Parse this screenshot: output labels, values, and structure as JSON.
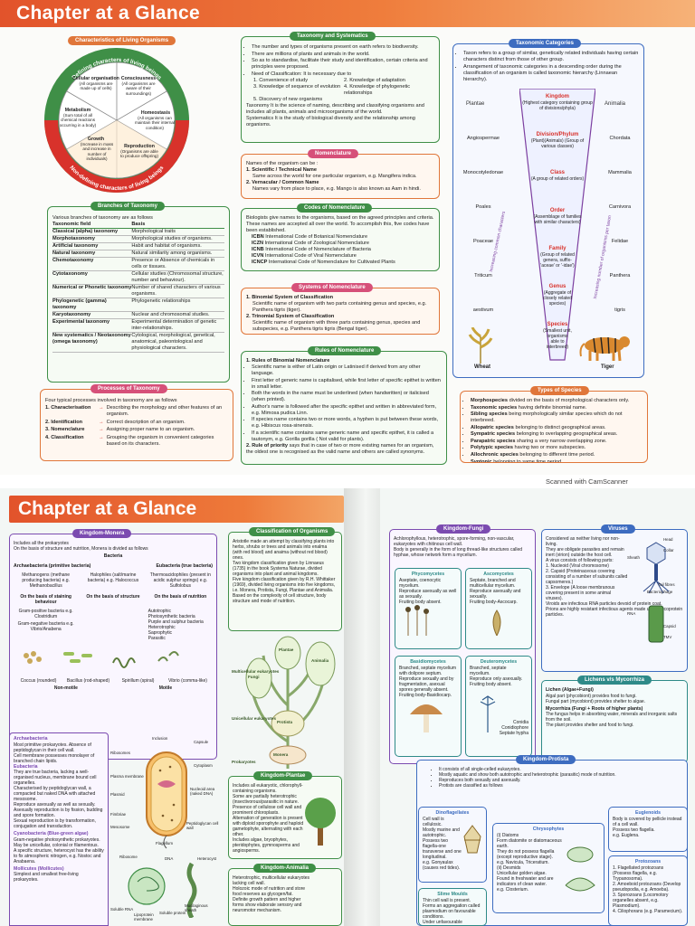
{
  "page1": {
    "title": "Chapter at a Glance",
    "characteristics": {
      "caption": "Characteristics of Living Organisms",
      "ring_top": "Defining characters of living beings",
      "ring_bottom": "Non-defining characters of living beings",
      "segments": [
        {
          "title": "Cellular organisation",
          "text": "(All organisms are made up of cells)"
        },
        {
          "title": "Consciousness",
          "text": "(All organisms are aware of their surroundings)"
        },
        {
          "title": "Homeostasis",
          "text": "(All organisms can maintain their internal condition)"
        },
        {
          "title": "Reproduction",
          "text": "(Organisms are able to produce offspring)"
        },
        {
          "title": "Growth",
          "text": "(Increase in mass and increase in number of individuals)"
        },
        {
          "title": "Metabolism",
          "text": "(Sum total of all chemical reactions occurring in a body)"
        }
      ]
    },
    "branches": {
      "caption": "Branches of Taxonomy",
      "intro": "Various branches of taxonomy are as follows",
      "header": [
        "Taxonomic field",
        "Basis"
      ],
      "rows": [
        [
          "Classical (alpha) taxonomy",
          "Morphological traits"
        ],
        [
          "Morphotaxonomy",
          "Morphological studies of organisms."
        ],
        [
          "Artificial taxonomy",
          "Habit and habitat of organisms."
        ],
        [
          "Natural taxonomy",
          "Natural similarity among organisms."
        ],
        [
          "Chemotaxonomy",
          "Presence or Absence of chemicals in cells or tissues."
        ],
        [
          "Cytotaxonomy",
          "Cellular studies (Chromosomal structure, number and behaviour)."
        ],
        [
          "Numerical or Phonetic taxonomy",
          "Number of shared characters of various organisms."
        ],
        [
          "Phylogenetic (gamma) taxonomy",
          "Phylogenetic relationships"
        ],
        [
          "Karyotaxonomy",
          "Nuclear and chromosomal studies."
        ],
        [
          "Experimental taxonomy",
          "Experimental determination of genetic inter-relationships."
        ],
        [
          "New systematics / Neotaxonomy (omega taxonomy)",
          "Cytological, morphological, genetical, anatomical, paleontological and physiological characters."
        ]
      ]
    },
    "processes": {
      "caption": "Processes of Taxonomy",
      "intro": "Four typical processes involved in taxonomy are as follows",
      "items": [
        {
          "name": "1. Characterisation",
          "text": "Describing the morphology and other features of an organism."
        },
        {
          "name": "2. Identification",
          "text": "Correct description of an organism."
        },
        {
          "name": "3. Nomenclature",
          "text": "Assigning proper name to an organism."
        },
        {
          "name": "4. Classification",
          "text": "Grouping the organism in convenient categories based on its characters."
        }
      ]
    },
    "taxonomy_systematics": {
      "caption": "Taxonomy and Systematics",
      "points": [
        "The number and types of organisms present on earth refers to biodiversity.",
        "There are millions of plants and animals in the world.",
        "So as to standardise, facilitate their study and identification, certain criteria and principles were proposed.",
        "Need of Classification: It is necessary due to"
      ],
      "needs": [
        "1. Convenience of study",
        "2. Knowledge of adaptation",
        "3. Knowledge of sequence of evolution",
        "4. Knowledge of phylogenetic relationships",
        "5. Discovery of new organisms"
      ],
      "taxonomy": "Taxonomy It is the science of naming, describing and classifying organisms and includes all plants, animals and microorganisms of the world.",
      "systematics": "Systematics It is the study of biological diversity and the relationship among organisms."
    },
    "nomenclature": {
      "caption": "Nomenclature",
      "intro": "Names of the organism can be :",
      "p1": "1. Scientific / Technical Name",
      "p1t": "Same across the world for one particular organism, e.g. Mangifera indica.",
      "p2": "2. Vernacular / Common Name",
      "p2t": "Names vary from place to place, e.g. Mango is also known as Aam in hindi."
    },
    "codes": {
      "caption": "Codes of Nomenclature",
      "intro": "Biologists give names to the organisms, based on the agreed principles and criteria. These names are accepted all over the world. To accomplish this, five codes have been established.",
      "items": [
        [
          "ICBN",
          "International Code of Botanical Nomenclature"
        ],
        [
          "ICZN",
          "International Code of Zoological Nomenclature"
        ],
        [
          "ICNB",
          "International Code of Nomenclature of Bacteria"
        ],
        [
          "ICVN",
          "International Code of Viral Nomenclature"
        ],
        [
          "ICNCP",
          "International Code of Nomenclature for Cultivated Plants"
        ]
      ]
    },
    "systems": {
      "caption": "Systems of Nomenclature",
      "b1": "1. Binomial System of Classification",
      "b1t": "Scientific name of organism with two parts containing genus and species, e.g. Panthera tigris (tiger).",
      "b2": "2. Trinomial System of Classification",
      "b2t": "Scientific name of organism with three parts containing genus, species and subspecies, e.g. Panthera tigris tigris (Bengal tiger)."
    },
    "rules": {
      "caption": "Rules of Nomenclature",
      "r1": "1. Rules of Binomial Nomenclature",
      "r1items": [
        "Scientific name is either of Latin origin or Latinised if derived from any other language.",
        "First letter of generic name is capitalised, while first letter of specific epithet is written in small letter.",
        "Both the words in the name must be underlined (when handwritten) or italicised (when printed).",
        "Author's name is followed after the specific epithet and written in abbreviated form, e.g. Mimosa pudica Linn.",
        "If species name contains two or more words, a hyphen is put between these words, e.g. Hibiscus rosa-sinensis.",
        "If a scientific name contains same generic name and specific epithet, it is called a tautonym, e.g. Gorilla gorilla ( Not valid for plants)."
      ],
      "r2": "2. Rule of priority",
      "r2t": "says that in case of two or more existing names for an organism, the oldest one is recognised as the valid name and others are called synonyms."
    },
    "categories": {
      "caption": "Taxonomic Categories",
      "points": [
        "Taxon refers to a group of similar, genetically related individuals having certain characters distinct from those of other group.",
        "Arrangement of taxonomic categories in a descending order during the classification of an organism is called taxonomic hierarchy (Linnaean hierarchy)."
      ],
      "left_label": "Plantae",
      "right_label": "Animalia",
      "left_column": [
        "Angiospermae",
        "Monocotyledonae",
        "Poales",
        "Poaceae",
        "Triticum",
        "aestivum"
      ],
      "right_column": [
        "Chordata",
        "Mammalia",
        "Carnivora",
        "Felidae",
        "Panthera",
        "tigris"
      ],
      "levels": [
        {
          "name": "Kingdom",
          "desc": "(Highest category containing group of divisions/phyla)"
        },
        {
          "name": "Division/Phylum",
          "desc": "(Plant)(Animals) (Group of various classes)"
        },
        {
          "name": "Class",
          "desc": "(A group of related orders)"
        },
        {
          "name": "Order",
          "desc": "(Assemblage of families with similar characters)"
        },
        {
          "name": "Family",
          "desc": "(Group of related genera, suffix- 'aceae' or '-idae')"
        },
        {
          "name": "Genus",
          "desc": "(Aggregate of closely related species)"
        },
        {
          "name": "Species",
          "desc": "(Smallest unit, organisms able to interbreed)"
        }
      ],
      "left_arrow": "Increasing common characters",
      "right_arrow": "Increasing number of organisms per taxon",
      "wheat": "Wheat",
      "tiger": "Tiger"
    },
    "species_types": {
      "caption": "Types of Species",
      "items": [
        [
          "Morphospecies",
          "divided on the basis of morphological characters only."
        ],
        [
          "Taxonomic species",
          "having definite binomial name."
        ],
        [
          "Sibling species",
          "being morphologically similar species which do not interbreed."
        ],
        [
          "Allopatric species",
          "belonging to distinct geographical areas."
        ],
        [
          "Sympatric species",
          "belonging to overlapping geographical areas."
        ],
        [
          "Parapatric species",
          "sharing a very narrow overlapping zone."
        ],
        [
          "Polytypic species",
          "having two or more subspecies."
        ],
        [
          "Allochronic species",
          "belonging to different time period."
        ],
        [
          "Syntonic",
          "belonging to same time period."
        ]
      ]
    },
    "scanner": "Scanned with CamScanner"
  },
  "page2": {
    "title": "Chapter at a Glance",
    "monera": {
      "caption": "Kingdom-Monera",
      "intro": [
        "Includes all the prokaryotes",
        "On the basis of structure and nutrition, Monera is divided as follows"
      ],
      "root": "Bacteria",
      "arch": "Archaebacteria (primitive bacteria)",
      "eubac": "Eubacteria (true bacteria)",
      "arch_kids": [
        "Methanogens (methane producing bacteria) e.g. Methanobacillus",
        "Halophiles (salt/marine bacteria) e.g. Halococcus",
        "Thermoacidophiles (present in acidic sulphur springs) e.g. Sulfolobus"
      ],
      "eu_kids": [
        "On the basis of staining behaviour",
        "On the basis of structure",
        "On the basis of nutrition"
      ],
      "stain": [
        "Gram-positive bacteria e.g. Clostridium",
        "Gram-negative bacteria e.g. Vibrio/Anabena"
      ],
      "nutrition": [
        "Autotrophic",
        "Photosynthetic bacteria",
        "Purple and sulphur bacteria",
        "Heterotrophic",
        "Saprophytic",
        "Parasitic"
      ],
      "shapes": [
        "Coccus (rounded)",
        "Bacillus (rod-shaped)",
        "Spirillum (spiral)",
        "Vibrio (comma-like)"
      ],
      "motility": [
        "Non-motile",
        "Motile"
      ]
    },
    "arch_eubac": {
      "arch_title": "Archaebacteria",
      "arch_points": [
        "Most primitive prokaryotes. Absence of peptidoglycan in their cell wall.",
        "Cell membrane possesses monolayer of branched chain lipids."
      ],
      "eu_title": "Eubacteria",
      "eu_points": [
        "They are true bacteria, lacking a well-organised nucleus, membrane bound cell organelles.",
        "Characterised by peptidoglycan wall, a compacted but naked DNA with attached mesosome.",
        "Reproduce asexually as well as sexually.",
        "Asexually reproduction is by fission, budding and spore formation.",
        "Sexual reproduction is by transformation, conjugation and transduction."
      ],
      "cyano_title": "Cyanobacteria (Blue-green algae)",
      "cyano_points": [
        "Gram-negative photosynthetic prokaryotes.",
        "May be unicellular, colonial or filamentous.",
        "A specific structure, heterocyst has the ability to fix atmospheric nitrogen, e.g. Nostoc and Anabaena."
      ],
      "molli_title": "Mollicutes (Mollicutes)",
      "molli_points": [
        "Simplest and smallest free-living prokaryotes."
      ],
      "cell_labels": [
        "Inclusion",
        "Capsule",
        "Ribosomes",
        "Cytoplasm",
        "Plasma membrane",
        "Nucleoid area (naked DNA)",
        "Plasmid",
        "Fimbriae",
        "Mesosome",
        "Peptidoglycan cell wall",
        "Flagellum"
      ],
      "cyano_labels": [
        "Ribosome",
        "DNA",
        "Heterocyst",
        "Soluble RNA",
        "Lipoprotein membrane",
        "Soluble protein",
        "Mucilaginous sheath"
      ]
    },
    "classification": {
      "caption": "Classification of Organisms",
      "points": [
        "Aristotle made an attempt by classifying plants into herbs, shrubs or trees and animals into enalma (with red blood) and anaima (without red blood) ones.",
        "Two kingdom classification given by Linnaeus (1735) in the book Systema Naturae, divided organisms into plant and animal kingdoms.",
        "Five kingdom classification given by R.H. Whittaker (1969), divided living organisms into five kingdoms, i.e. Monera, Protista, Fungi, Plantae and Animalia. Based on the complexity of cell structure, body structure and mode of nutrition."
      ],
      "tree_labels": [
        "Fungi",
        "Animalia",
        "Plantae",
        "Protista",
        "Monera",
        "Prokaryotes",
        "Unicellular eukaryotes",
        "Multicellular eukaryotes"
      ]
    },
    "plantae": {
      "caption": "Kingdom-Plantae",
      "points": [
        "Includes all eukaryotic, chlorophyll-containing organisms.",
        "Some are partially heterotrophic (insectivorous/parasitic in nature.",
        "Presence of cellulose cell wall and prominent chloroplasts.",
        "Alternation of generation is present with diploid sporophyte and haploid gametophyte, alternating with each other.",
        "Includes algae, bryophytes, pteridophytes, gymnosperms and angiosperms."
      ]
    },
    "animalia": {
      "caption": "Kingdom-Animalia",
      "points": [
        "Heterotrophic, multicellular eukaryotes lacking cell wall.",
        "Holozoic mode of nutrition and store food reserves as glycogen/fat.",
        "Definite growth pattern and higher forms show elaborate sensory and neuromotor mechanism."
      ]
    },
    "fungi": {
      "caption": "Kingdom-Fungi",
      "points": [
        "Achlorophyllous, heterotrophic, spore-forming, non-vascular, eukaryotes with chitinous cell wall.",
        "Body is generally in the form of long thread-like structures called hyphae, whose network form a mycelium."
      ],
      "phyco": {
        "title": "Phycomycetes",
        "points": [
          "Aseptate, coenocytic mycelium.",
          "Reproduce asexually as well as sexually.",
          "Fruiting body absent."
        ]
      },
      "asco": {
        "title": "Ascomycetes",
        "points": [
          "Septate, branched and multicellular mycelium.",
          "Reproduce asexually and sexually.",
          "Fruiting body-Ascocarp."
        ]
      },
      "basidio": {
        "title": "Basidiomycetes",
        "points": [
          "Branched, septate mycelium with dolipore septum.",
          "Reproduce sexually and by fragmentation, asexual spores generally absent.",
          "Fruiting body-Basidiocarp."
        ]
      },
      "deutero": {
        "title": "Deuteromycetes",
        "points": [
          "Branched, septate mycelium.",
          "Reproduce only asexually.",
          "Fruiting body absent."
        ]
      },
      "deutero_labels": [
        "Conidia",
        "Conidiophore",
        "Septate hypha"
      ]
    },
    "viruses": {
      "caption": "Viruses",
      "points": [
        "Considered as neither living nor non-living.",
        "They are obligate parasites and remain inert (virion) outside the host cell.",
        "A virus consists of following parts:"
      ],
      "parts": [
        "1. Nucleoid (Viral chromosome)",
        "2. Capsid (Proteinaceous covering consisting of a number of subunits called capsomeres.)",
        "3. Envelope (A loose membranous covering present in some animal viruses)."
      ],
      "points2": [
        "Viroids are infectious RNA particles devoid of protein coat.",
        "Prions are highly resistant infectious agents made up of glycoprotein particles."
      ],
      "labels": [
        "Head",
        "Collar",
        "Sheath",
        "Tail fibres",
        "Bacteriophage",
        "RNA",
        "Capsid",
        "TMV"
      ]
    },
    "lichens": {
      "caption": "Lichens v/s Mycorrhiza",
      "l_title": "Lichen (Algae+Fungi)",
      "l_points": [
        "Algal part (phycobiont) provides food to fungi.",
        "Fungal part (mycobiont) provides shelter to algae."
      ],
      "m_title": "Mycorrhiza (Fungi + Roots of higher plants)",
      "m_points": [
        "The fungus helps in absorbing water, minerals and inorganic salts from the soil.",
        "The plant provides shelter and food to fungi."
      ]
    },
    "protista": {
      "caption": "Kingdom-Protista",
      "points": [
        "It consists of all single-celled eukaryotes.",
        "Mostly aquatic and show both autotrophic and heterotrophic (parasitic) mode of nutrition.",
        "Reproduces both sexually and asexually.",
        "Protists are classified as follows"
      ],
      "dino": {
        "title": "Dinoflagellates",
        "points": [
          "Cell wall is cellulosic.",
          "Mostly marine and autotrophic.",
          "Possess two flagella-one transverse and one longitudinal.",
          "e.g. Gonyaulax (causes red tides)."
        ]
      },
      "chryso": {
        "title": "Chrysophytes",
        "points": [
          "(i) Diatoms",
          "Form diatomite or diatomaceous earth.",
          "They do not possess flagella (except reproductive stage).",
          "e.g. Navicula, Triceratium.",
          "(ii) Desmids",
          "Unicellular golden algae.",
          "Found in freshwater and are indicators of clean water.",
          "e.g. Closterium."
        ]
      },
      "eugl": {
        "title": "Euglenoids",
        "points": [
          "Body is covered by pellicle instead of a cell wall.",
          "Possess two flagella.",
          "e.g. Euglena."
        ]
      },
      "proto": {
        "title": "Protozoans",
        "points": [
          "1. Flagellated protozoans (Possess flagella, e.g. Trypanosoma).",
          "2. Amoeboid protozoans (Develop pseudopodia, e.g. Amoeba).",
          "3. Sporozoans (Locomotory organelles absent, e.g. Plasmodium).",
          "4. Ciliophorans (e.g. Paramecium)."
        ]
      },
      "slime": {
        "title": "Slime Moulds",
        "points": [
          "Thin cell wall is present.",
          "Forms an aggregation called plasmodium on favourable conditions.",
          "Under unfavourable"
        ]
      }
    }
  }
}
